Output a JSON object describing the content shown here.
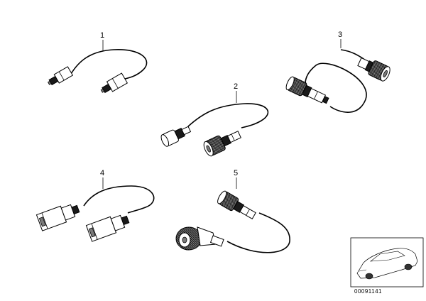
{
  "parts": [
    {
      "callout": "1"
    },
    {
      "callout": "2"
    },
    {
      "callout": "3"
    },
    {
      "callout": "4"
    },
    {
      "callout": "5"
    }
  ],
  "thumbnail": {
    "reference_number": "00091141"
  }
}
